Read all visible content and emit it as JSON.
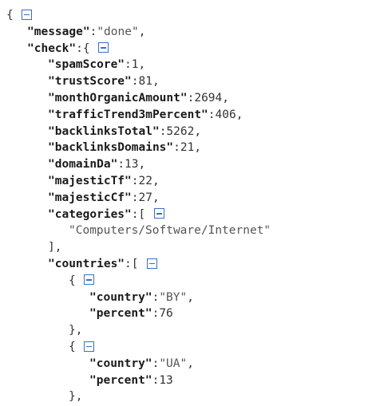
{
  "json_viewer": {
    "lines": [
      {
        "indent": 0,
        "parts": [
          {
            "t": "punct",
            "v": "{ "
          }
        ],
        "toggle": true
      },
      {
        "indent": 1,
        "parts": [
          {
            "t": "key",
            "v": "\"message\""
          },
          {
            "t": "punct",
            "v": ":"
          },
          {
            "t": "str",
            "v": "\"done\""
          },
          {
            "t": "punct",
            "v": ","
          }
        ]
      },
      {
        "indent": 1,
        "parts": [
          {
            "t": "key",
            "v": "\"check\""
          },
          {
            "t": "punct",
            "v": ":{ "
          }
        ],
        "toggle": true
      },
      {
        "indent": 2,
        "parts": [
          {
            "t": "key",
            "v": "\"spamScore\""
          },
          {
            "t": "punct",
            "v": ":"
          },
          {
            "t": "num",
            "v": "1"
          },
          {
            "t": "punct",
            "v": ","
          }
        ]
      },
      {
        "indent": 2,
        "parts": [
          {
            "t": "key",
            "v": "\"trustScore\""
          },
          {
            "t": "punct",
            "v": ":"
          },
          {
            "t": "num",
            "v": "81"
          },
          {
            "t": "punct",
            "v": ","
          }
        ]
      },
      {
        "indent": 2,
        "parts": [
          {
            "t": "key",
            "v": "\"monthOrganicAmount\""
          },
          {
            "t": "punct",
            "v": ":"
          },
          {
            "t": "num",
            "v": "2694"
          },
          {
            "t": "punct",
            "v": ","
          }
        ]
      },
      {
        "indent": 2,
        "parts": [
          {
            "t": "key",
            "v": "\"trafficTrend3mPercent\""
          },
          {
            "t": "punct",
            "v": ":"
          },
          {
            "t": "num",
            "v": "406"
          },
          {
            "t": "punct",
            "v": ","
          }
        ]
      },
      {
        "indent": 2,
        "parts": [
          {
            "t": "key",
            "v": "\"backlinksTotal\""
          },
          {
            "t": "punct",
            "v": ":"
          },
          {
            "t": "num",
            "v": "5262"
          },
          {
            "t": "punct",
            "v": ","
          }
        ]
      },
      {
        "indent": 2,
        "parts": [
          {
            "t": "key",
            "v": "\"backlinksDomains\""
          },
          {
            "t": "punct",
            "v": ":"
          },
          {
            "t": "num",
            "v": "21"
          },
          {
            "t": "punct",
            "v": ","
          }
        ]
      },
      {
        "indent": 2,
        "parts": [
          {
            "t": "key",
            "v": "\"domainDa\""
          },
          {
            "t": "punct",
            "v": ":"
          },
          {
            "t": "num",
            "v": "13"
          },
          {
            "t": "punct",
            "v": ","
          }
        ]
      },
      {
        "indent": 2,
        "parts": [
          {
            "t": "key",
            "v": "\"majesticTf\""
          },
          {
            "t": "punct",
            "v": ":"
          },
          {
            "t": "num",
            "v": "22"
          },
          {
            "t": "punct",
            "v": ","
          }
        ]
      },
      {
        "indent": 2,
        "parts": [
          {
            "t": "key",
            "v": "\"majesticCf\""
          },
          {
            "t": "punct",
            "v": ":"
          },
          {
            "t": "num",
            "v": "27"
          },
          {
            "t": "punct",
            "v": ","
          }
        ]
      },
      {
        "indent": 2,
        "parts": [
          {
            "t": "key",
            "v": "\"categories\""
          },
          {
            "t": "punct",
            "v": ":[ "
          }
        ],
        "toggle": true
      },
      {
        "indent": 3,
        "parts": [
          {
            "t": "str",
            "v": "\"Computers/Software/Internet\""
          }
        ]
      },
      {
        "indent": 2,
        "parts": [
          {
            "t": "punct",
            "v": "],"
          }
        ]
      },
      {
        "indent": 2,
        "parts": [
          {
            "t": "key",
            "v": "\"countries\""
          },
          {
            "t": "punct",
            "v": ":[ "
          }
        ],
        "toggle": true
      },
      {
        "indent": 3,
        "parts": [
          {
            "t": "punct",
            "v": "{ "
          }
        ],
        "toggle": true
      },
      {
        "indent": 4,
        "parts": [
          {
            "t": "key",
            "v": "\"country\""
          },
          {
            "t": "punct",
            "v": ":"
          },
          {
            "t": "str",
            "v": "\"BY\""
          },
          {
            "t": "punct",
            "v": ","
          }
        ]
      },
      {
        "indent": 4,
        "parts": [
          {
            "t": "key",
            "v": "\"percent\""
          },
          {
            "t": "punct",
            "v": ":"
          },
          {
            "t": "num",
            "v": "76"
          }
        ]
      },
      {
        "indent": 3,
        "parts": [
          {
            "t": "punct",
            "v": "},"
          }
        ]
      },
      {
        "indent": 3,
        "parts": [
          {
            "t": "punct",
            "v": "{ "
          }
        ],
        "toggle": true
      },
      {
        "indent": 4,
        "parts": [
          {
            "t": "key",
            "v": "\"country\""
          },
          {
            "t": "punct",
            "v": ":"
          },
          {
            "t": "str",
            "v": "\"UA\""
          },
          {
            "t": "punct",
            "v": ","
          }
        ]
      },
      {
        "indent": 4,
        "parts": [
          {
            "t": "key",
            "v": "\"percent\""
          },
          {
            "t": "punct",
            "v": ":"
          },
          {
            "t": "num",
            "v": "13"
          }
        ]
      },
      {
        "indent": 3,
        "parts": [
          {
            "t": "punct",
            "v": "},"
          }
        ]
      }
    ]
  },
  "colors": {
    "toggle": "#3a6fc4",
    "key": "#1a1a1a",
    "string": "#555555"
  },
  "icons": {
    "toggle": "collapse-minus-icon"
  }
}
